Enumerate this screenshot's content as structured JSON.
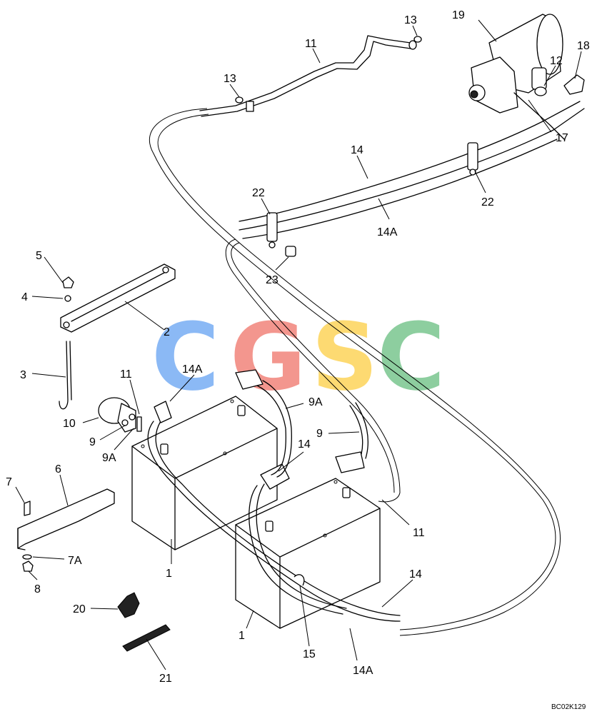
{
  "labels": [
    {
      "text": "1"
    },
    {
      "text": "1"
    },
    {
      "text": "2"
    },
    {
      "text": "3"
    },
    {
      "text": "4"
    },
    {
      "text": "5"
    },
    {
      "text": "6"
    },
    {
      "text": "7"
    },
    {
      "text": "7A"
    },
    {
      "text": "8"
    },
    {
      "text": "9"
    },
    {
      "text": "9"
    },
    {
      "text": "9A"
    },
    {
      "text": "9A"
    },
    {
      "text": "10"
    },
    {
      "text": "11"
    },
    {
      "text": "11"
    },
    {
      "text": "11"
    },
    {
      "text": "12"
    },
    {
      "text": "13"
    },
    {
      "text": "13"
    },
    {
      "text": "14"
    },
    {
      "text": "14"
    },
    {
      "text": "14"
    },
    {
      "text": "14A"
    },
    {
      "text": "14A"
    },
    {
      "text": "14A"
    },
    {
      "text": "15"
    },
    {
      "text": "17"
    },
    {
      "text": "18"
    },
    {
      "text": "19"
    },
    {
      "text": "20"
    },
    {
      "text": "21"
    },
    {
      "text": "22"
    },
    {
      "text": "22"
    },
    {
      "text": "23"
    }
  ],
  "drawing_code": "BC02K129",
  "watermark": {
    "letters": [
      "C",
      "G",
      "S",
      "C"
    ],
    "colors": [
      "#7fb2f5",
      "#f28b82",
      "#fdd663",
      "#81c995"
    ]
  }
}
